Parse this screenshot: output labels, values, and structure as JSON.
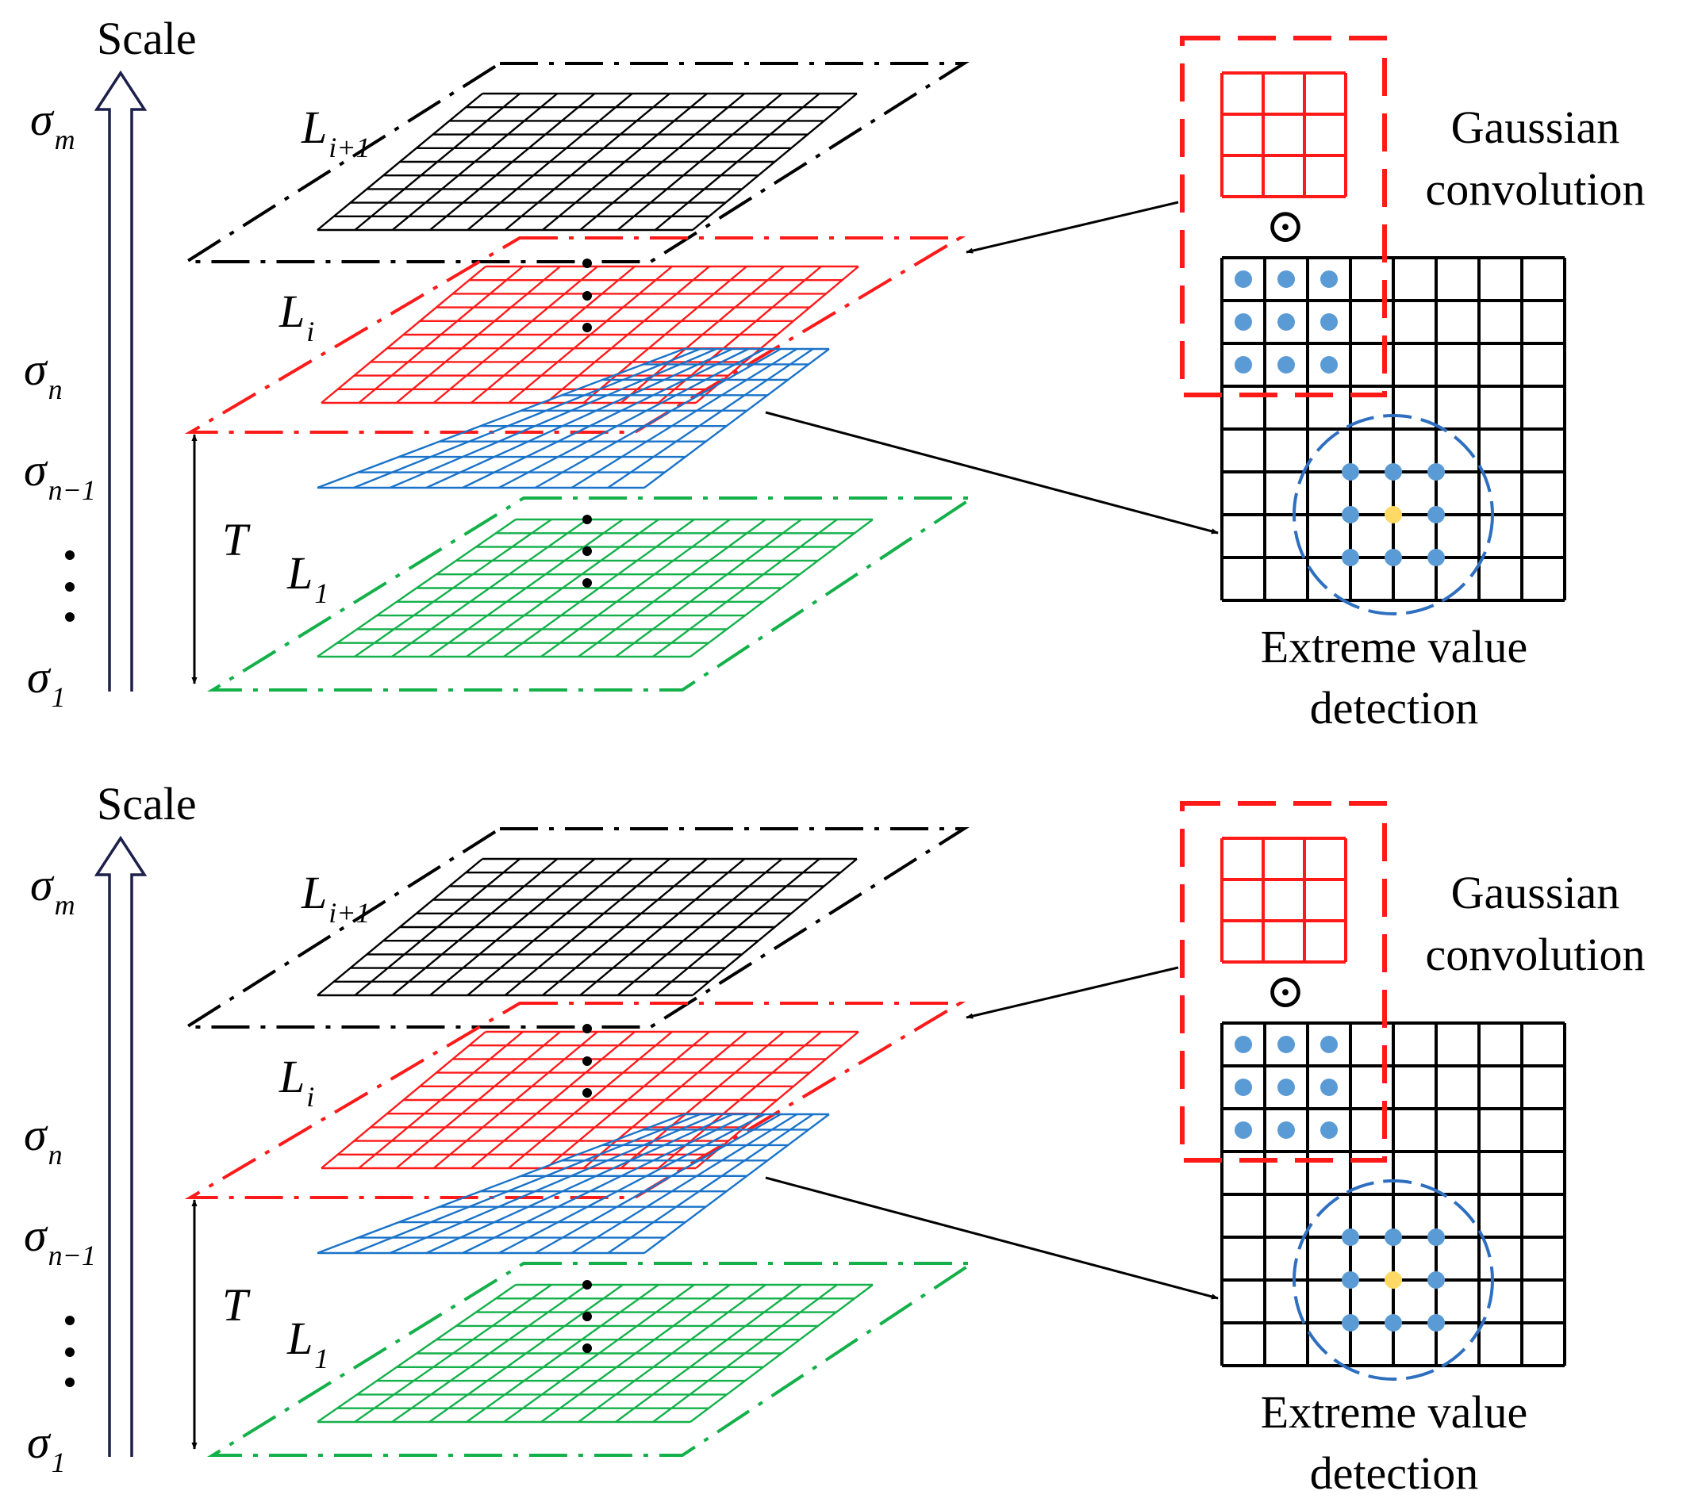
{
  "colors": {
    "top_layer": "#000000",
    "current_layer": "#ff1a1a",
    "offset_layer": "#1a73c9",
    "base_layer": "#14b04a",
    "scale_arrow": "#1b1f4a",
    "point_blue": "#5b9bd5",
    "point_yellow": "#ffd966",
    "detection_circle": "#2f6fc0"
  },
  "panels": [
    {
      "scale_label": "Scale",
      "sigma_labels": [
        {
          "base": "σ",
          "sub": "m"
        },
        {
          "base": "σ",
          "sub": "n"
        },
        {
          "base": "σ",
          "sub": "n−1"
        },
        {
          "base": "σ",
          "sub": "1"
        }
      ],
      "layer_labels": [
        {
          "base": "L",
          "sub": "i+1"
        },
        {
          "base": "L",
          "sub": "i"
        },
        {
          "base": "L",
          "sub": "1"
        }
      ],
      "period_label": "T",
      "gaussian_label_line1": "Gaussian",
      "gaussian_label_line2": "convolution",
      "operator_symbol": "⊙",
      "extreme_label_line1": "Extreme value",
      "extreme_label_line2": "detection"
    },
    {
      "scale_label": "Scale",
      "sigma_labels": [
        {
          "base": "σ",
          "sub": "m"
        },
        {
          "base": "σ",
          "sub": "n"
        },
        {
          "base": "σ",
          "sub": "n−1"
        },
        {
          "base": "σ",
          "sub": "1"
        }
      ],
      "layer_labels": [
        {
          "base": "L",
          "sub": "i+1"
        },
        {
          "base": "L",
          "sub": "i"
        },
        {
          "base": "L",
          "sub": "1"
        }
      ],
      "period_label": "T",
      "gaussian_label_line1": "Gaussian",
      "gaussian_label_line2": "convolution",
      "operator_symbol": "⊙",
      "extreme_label_line1": "Extreme value",
      "extreme_label_line2": "detection"
    }
  ]
}
